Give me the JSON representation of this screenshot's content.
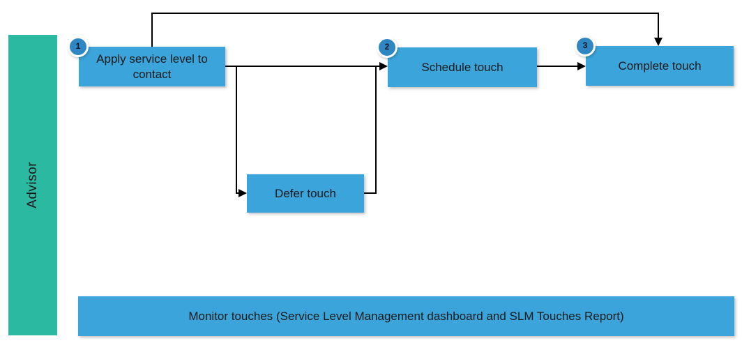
{
  "lane": {
    "label": "Advisor"
  },
  "nodes": [
    {
      "step": "1",
      "label": "Apply service level to contact"
    },
    {
      "step": "2",
      "label": "Schedule touch"
    },
    {
      "step": "3",
      "label": "Complete touch"
    },
    {
      "label": "Defer touch"
    },
    {
      "label": "Monitor touches (Service Level Management dashboard and SLM Touches Report)"
    }
  ],
  "edges": [
    {
      "from": "Apply service level to contact",
      "to": "Schedule touch"
    },
    {
      "from": "Apply service level to contact",
      "to": "Defer touch"
    },
    {
      "from": "Defer touch",
      "to": "Schedule touch"
    },
    {
      "from": "Schedule touch",
      "to": "Complete touch"
    },
    {
      "from": "Apply service level to contact",
      "to": "Complete touch"
    }
  ],
  "colors": {
    "node_fill": "#3ba4da",
    "badge_fill": "#2e86c2",
    "lane_fill": "#2bb9a1",
    "connector": "#000000",
    "text": "#1a1a1a",
    "background": "#ffffff"
  }
}
